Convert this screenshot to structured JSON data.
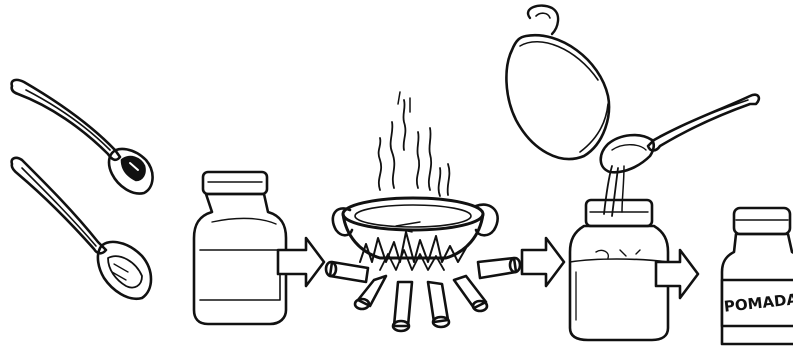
{
  "diagram": {
    "steps": [
      {
        "id": "measure",
        "icon": "spoons-icon"
      },
      {
        "id": "jar",
        "icon": "jar-icon"
      },
      {
        "id": "heat",
        "icon": "pot-on-fire-icon"
      },
      {
        "id": "pour",
        "icon": "pouring-into-jar-icon"
      },
      {
        "id": "product",
        "icon": "labeled-jar-icon"
      }
    ],
    "arrows": 3,
    "product_label": "POMADA",
    "colors": {
      "ink": "#111111",
      "background": "#ffffff"
    }
  }
}
